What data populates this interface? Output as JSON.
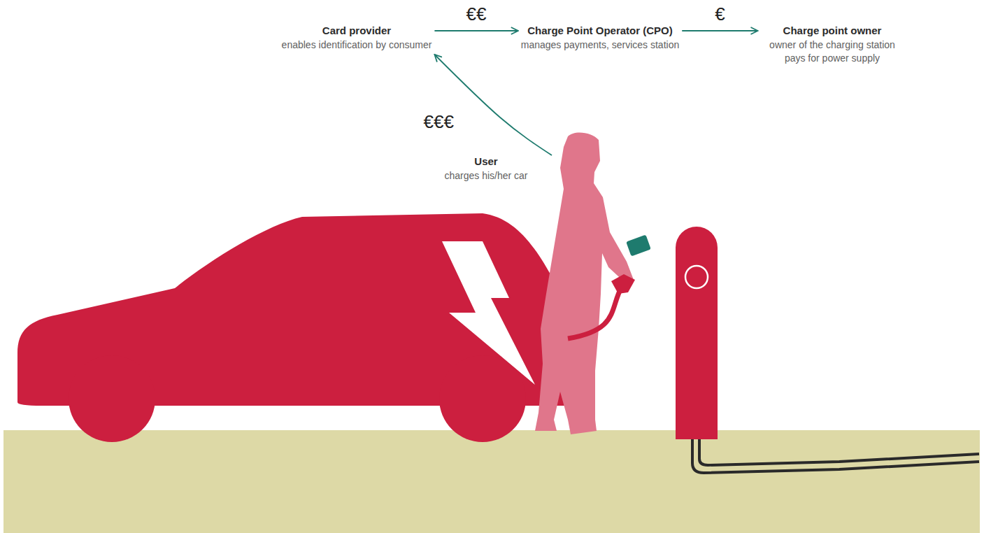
{
  "diagram": {
    "nodes": [
      {
        "text": [
          "Card provider",
          "enables identification by consumer"
        ]
      },
      {
        "text": [
          "Charge Point Operator (CPO)",
          "manages payments, services station"
        ]
      },
      {
        "text": [
          "Charge point owner",
          "owner of the charging station pays for power supply"
        ]
      },
      {
        "text": [
          "User",
          "charges his/her car"
        ]
      }
    ],
    "edges": [
      {
        "from": 0,
        "to": 1,
        "label": "€€",
        "arrow": "to"
      },
      {
        "from": 1,
        "to": 2,
        "label": "€",
        "arrow": "to"
      },
      {
        "from": 3,
        "to": 0,
        "label": "€€€",
        "arrow": "to"
      }
    ]
  }
}
